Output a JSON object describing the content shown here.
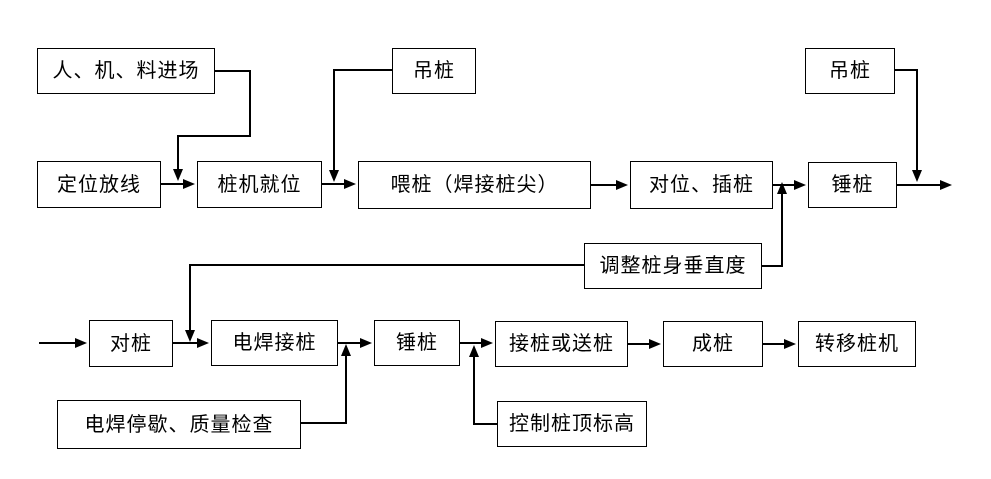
{
  "diagram": {
    "type": "flowchart",
    "language": "zh-CN",
    "background_color": "#ffffff",
    "line_color": "#000000",
    "box_fill_color": "#ffffff",
    "nodes": {
      "entry": "人、机、料进场",
      "hoist_left": "吊桩",
      "hoist_right": "吊桩",
      "locate": "定位放线",
      "rig_in_place": "桩机就位",
      "feed_pile": "喂桩（焊接桩尖）",
      "align_insert": "对位、插桩",
      "hammer_first": "锤桩",
      "adjust_vertical": "调整桩身垂直度",
      "pair_pile": "对桩",
      "weld_pile": "电焊接桩",
      "hammer_second": "锤桩",
      "splice_send": "接桩或送桩",
      "pile_complete": "成桩",
      "move_rig": "转移桩机",
      "weld_pause_check": "电焊停歇、质量检查",
      "control_top_elevation": "控制桩顶标高"
    },
    "edges": [
      {
        "from": "locate",
        "to": "rig_in_place"
      },
      {
        "from": "entry",
        "joins": "locate→rig_in_place"
      },
      {
        "from": "rig_in_place",
        "to": "feed_pile"
      },
      {
        "from": "hoist_left",
        "joins": "rig_in_place→feed_pile"
      },
      {
        "from": "feed_pile",
        "to": "align_insert"
      },
      {
        "from": "align_insert",
        "to": "hammer_first"
      },
      {
        "from": "adjust_vertical",
        "joins": "align_insert→hammer_first"
      },
      {
        "from": "hammer_first",
        "to": "row2-continuation"
      },
      {
        "from": "hoist_right",
        "joins": "hammer_first→row2-continuation"
      },
      {
        "from": "row2-continuation",
        "to": "pair_pile"
      },
      {
        "from": "pair_pile",
        "to": "weld_pile"
      },
      {
        "from": "adjust_vertical",
        "joins": "pair_pile→weld_pile"
      },
      {
        "from": "weld_pile",
        "to": "hammer_second"
      },
      {
        "from": "weld_pause_check",
        "joins": "weld_pile→hammer_second"
      },
      {
        "from": "hammer_second",
        "to": "splice_send"
      },
      {
        "from": "control_top_elevation",
        "joins": "hammer_second→splice_send"
      },
      {
        "from": "splice_send",
        "to": "pile_complete"
      },
      {
        "from": "pile_complete",
        "to": "move_rig"
      }
    ]
  }
}
